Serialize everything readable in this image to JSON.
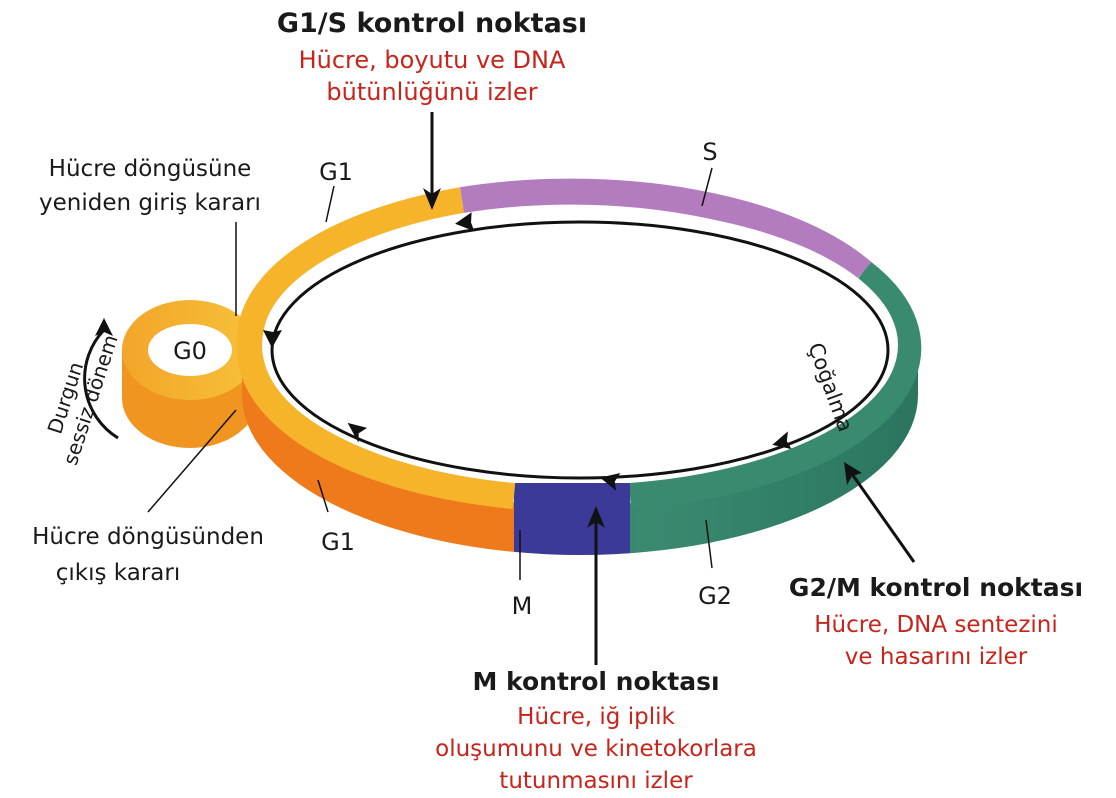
{
  "checkpoints": {
    "g1s": {
      "title": "G1/S kontrol noktası",
      "desc_lines": [
        "Hücre, boyutu ve DNA",
        "bütünlüğünü izler"
      ]
    },
    "g2m": {
      "title": "G2/M kontrol noktası",
      "desc_lines": [
        "Hücre, DNA sentezini",
        "ve hasarını izler"
      ]
    },
    "m": {
      "title": "M kontrol noktası",
      "desc_lines": [
        "Hücre, iğ iplik",
        "oluşumunu ve kinetokorlara",
        "tutunmasını izler"
      ]
    }
  },
  "phases": {
    "g0": "G0",
    "g1_top": "G1",
    "g1_bottom": "G1",
    "s": "S",
    "g2": "G2",
    "m": "M",
    "cogalma": "Çoğalma",
    "durgun": "Durgun",
    "sessiz": "sessiz dönem"
  },
  "decisions": {
    "reentry_lines": [
      "Hücre döngüsüne",
      "yeniden giriş kararı"
    ],
    "exit_lines": [
      "Hücre döngüsünden",
      "çıkış kararı"
    ]
  },
  "colors": {
    "g1": "#f4b228",
    "g1_dark": "#f07a1e",
    "s": "#b07bbd",
    "g2": "#2f7a62",
    "m": "#3b3a98",
    "title": "#1a1a1a",
    "desc": "#c8241c"
  }
}
